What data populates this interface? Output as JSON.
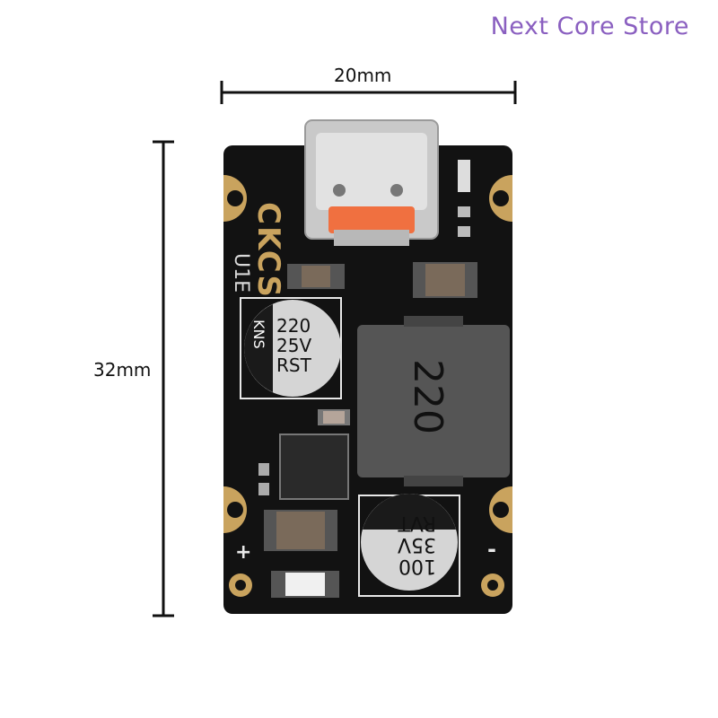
{
  "watermark": {
    "text": "Next Core Store",
    "color": "#8a5fc0"
  },
  "dimensions": {
    "width_label": "20mm",
    "height_label": "32mm"
  },
  "board": {
    "brand": "CKCS",
    "model": "U1E",
    "cap_top_lines": [
      "220",
      "25V",
      "RST"
    ],
    "cap_bottom_lines": [
      "100",
      "35V",
      "RVT"
    ],
    "inductor_label": "220",
    "plus_label": "+",
    "minus_label": "-",
    "colors": {
      "pcb": "#121212",
      "gold": "#c9a35e",
      "silk": "#e8e8e8",
      "inductor": "#555555",
      "usb_tongue": "#f07040"
    }
  }
}
